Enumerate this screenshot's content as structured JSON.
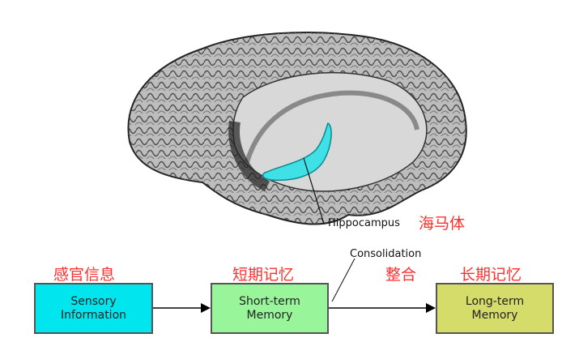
{
  "brain": {
    "structure_label": "Hippocampus",
    "structure_label_cn": "海马体"
  },
  "flow": {
    "stages": [
      {
        "label_line1": "Sensory",
        "label_line2": "Information",
        "label_cn": "感官信息",
        "color": "#00e5ee"
      },
      {
        "label_line1": "Short-term",
        "label_line2": "Memory",
        "label_cn": "短期记忆",
        "color": "#99f59a"
      },
      {
        "label_line1": "Long-term",
        "label_line2": "Memory",
        "label_cn": "长期记忆",
        "color": "#d6dc6a"
      }
    ],
    "consolidation_label": "Consolidation",
    "consolidation_label_cn": "整合"
  }
}
